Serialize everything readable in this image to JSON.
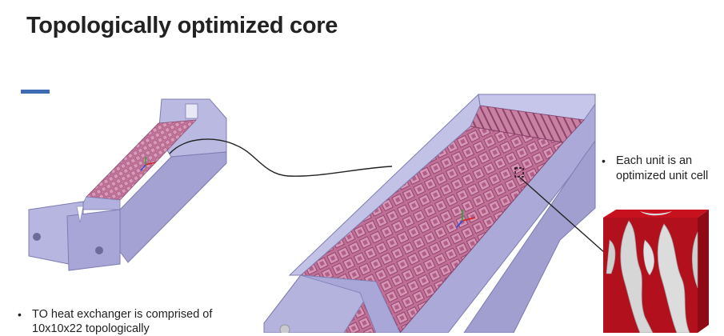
{
  "slide": {
    "title": "Topologically optimized core",
    "accent_color": "#3f6bb3",
    "bullets": {
      "right": "Each unit is an optimized unit cell",
      "left": "TO heat exchanger is comprised of 10x10x22 topologically"
    },
    "bullet_glyph": "•"
  },
  "figures": {
    "small_model": "heat-exchanger-overview",
    "zoom_model": "heat-exchanger-core-zoom",
    "unit_cell": "optimized-unit-cell",
    "colors": {
      "housing": "#b9b8e0",
      "housing_dark": "#9897c9",
      "lattice": "#c9799e",
      "lattice_line": "#9b4c74",
      "unit_cell_red": "#b2101d",
      "unit_cell_gray": "#d8d8d8"
    }
  }
}
